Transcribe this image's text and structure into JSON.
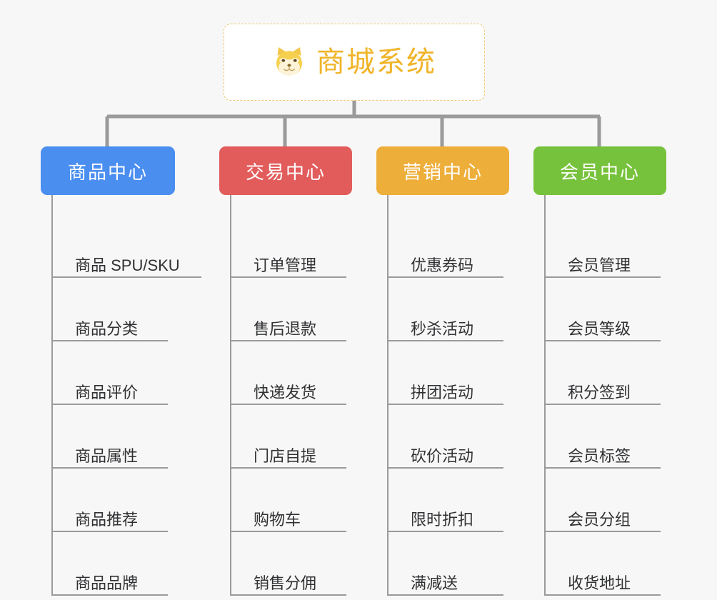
{
  "root": {
    "icon": "shiba-dog-face",
    "label": "商城系统"
  },
  "palette": {
    "background": "#f7f7f7",
    "root_border": "#f0c674",
    "root_text": "#f0b429",
    "blue": "#4a8ef0",
    "red": "#e25c5c",
    "orange": "#edae3a",
    "green": "#77c23c",
    "line": "#9a9a9a",
    "leaf_text": "#303133"
  },
  "branches": [
    {
      "label": "商品中心",
      "color": "#4a8ef0",
      "items": [
        "商品 SPU/SKU",
        "商品分类",
        "商品评价",
        "商品属性",
        "商品推荐",
        "商品品牌"
      ]
    },
    {
      "label": "交易中心",
      "color": "#e25c5c",
      "items": [
        "订单管理",
        "售后退款",
        "快递发货",
        "门店自提",
        "购物车",
        "销售分佣"
      ]
    },
    {
      "label": "营销中心",
      "color": "#edae3a",
      "items": [
        "优惠券码",
        "秒杀活动",
        "拼团活动",
        "砍价活动",
        "限时折扣",
        "满减送"
      ]
    },
    {
      "label": "会员中心",
      "color": "#77c23c",
      "items": [
        "会员管理",
        "会员等级",
        "积分签到",
        "会员标签",
        "会员分组",
        "收货地址"
      ]
    }
  ]
}
